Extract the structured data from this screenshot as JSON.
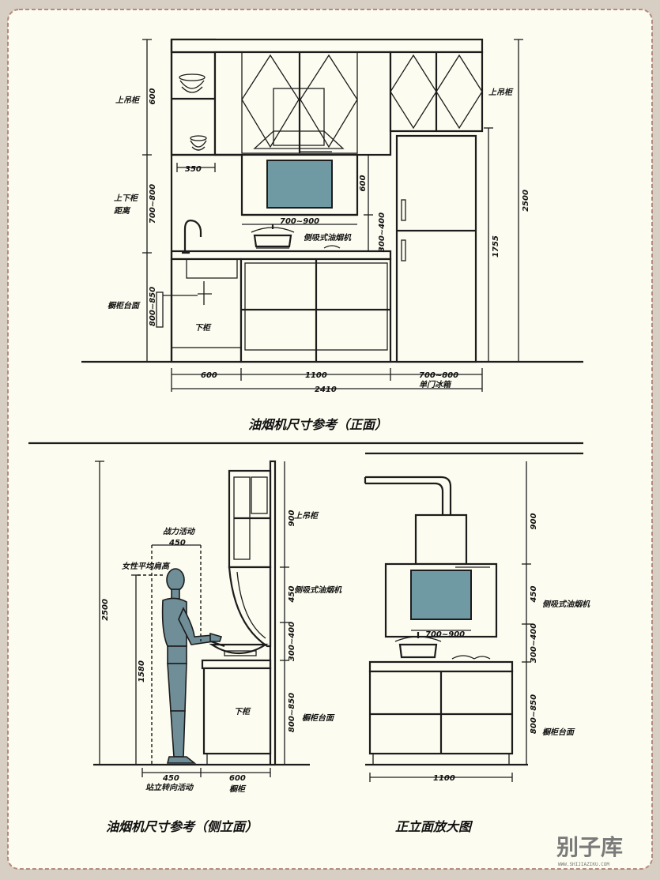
{
  "front": {
    "title": "油烟机尺寸参考（正面）",
    "labels": {
      "upper_cabinet_left": "上吊柜",
      "upper_cabinet_right": "上吊柜",
      "cabinet_gap_line1": "上下柜",
      "cabinet_gap_line2": "距离",
      "countertop": "橱柜台面",
      "lower_cabinet": "下柜",
      "side_hood": "侧吸式油烟机",
      "fridge": "单门冰箱"
    },
    "dims": {
      "h_600": "600",
      "h_700_800": "700~800",
      "h_800_850": "800~850",
      "w_350": "350",
      "hood_600": "600",
      "hood_w": "700~900",
      "hood_300_400": "300~400",
      "fridge_1755": "1755",
      "total_2500": "2500",
      "w_600": "600",
      "w_1100": "1100",
      "w_700_800": "700~800",
      "w_2410": "2410"
    }
  },
  "side": {
    "title": "油烟机尺寸参考（侧立面）",
    "labels": {
      "upper_cabinet": "上吊柜",
      "side_hood": "侧吸式油烟机",
      "countertop": "橱柜台面",
      "lower_cabinet": "下柜",
      "range_label": "战力活动",
      "female_shoulder": "女性平均肩高",
      "standing_turn": "站立转向活动",
      "cabinet": "橱柜"
    },
    "dims": {
      "d_900": "900",
      "d_450": "450",
      "d_300_400": "300~400",
      "d_800_850": "800~850",
      "d_2500": "2500",
      "d_1580": "1580",
      "d_450_top": "450",
      "d_450_bottom": "450",
      "d_600": "600"
    }
  },
  "zoom": {
    "title": "正立面放大图",
    "labels": {
      "side_hood": "侧吸式油烟机",
      "countertop": "橱柜台面"
    },
    "dims": {
      "d_900": "900",
      "d_450": "450",
      "d_300_400": "300~400",
      "d_800_850": "800~850",
      "hood_w": "700~900",
      "w_1100": "1100"
    }
  },
  "watermark": {
    "brand": "别子库",
    "url": "WWW.SHIJIAZIKU.COM"
  },
  "colors": {
    "page_bg": "#fdfcf0",
    "frame_bg": "#d8cfc4",
    "border_dash": "#b58a7c",
    "glass": "#6f9aa4",
    "figure": "#6f8e98"
  }
}
